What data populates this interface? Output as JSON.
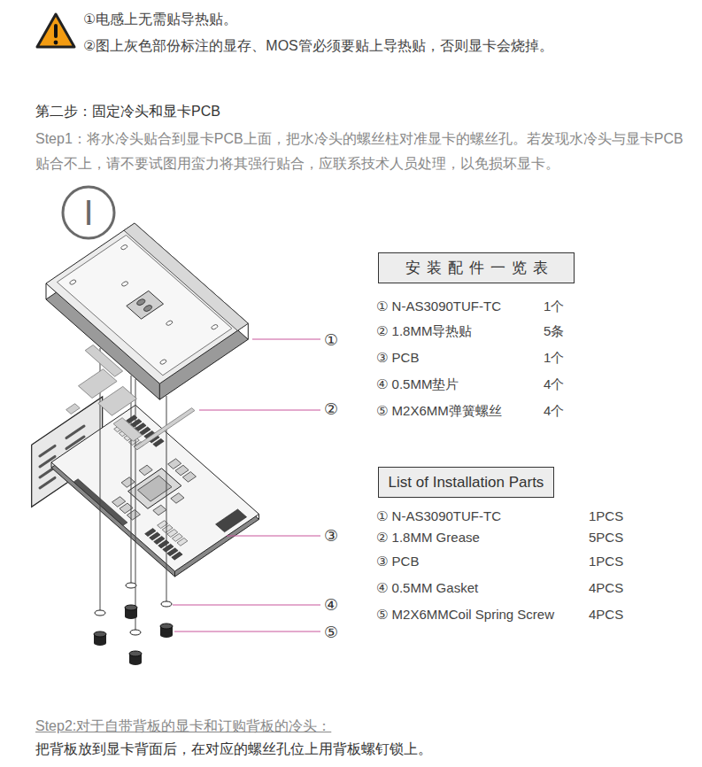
{
  "diagram": {
    "nodes": [
      {
        "text": [
          "I"
        ]
      },
      {
        "text": [
          "安装配件一览表"
        ]
      },
      {
        "text": [
          "List of Installation Parts"
        ]
      }
    ],
    "labels": [
      "①电感上无需贴导热贴。",
      "②图上灰色部份标注的显存、MOS管必须要贴上导热贴，否则显卡会烧掉。",
      "第二步：固定冷头和显卡PCB",
      "Step1：将水冷头贴合到显卡PCB上面，把水冷头的螺丝柱对准显卡的螺丝孔。若发现水冷头与显卡PCB贴合不上，请不要试图用蛮力将其强行贴合，应联系技术人员处理，以免损坏显卡。",
      "①",
      "②",
      "③",
      "④",
      "⑤",
      "① N-AS3090TUF-TC",
      "1个",
      "② 1.8MM导热贴",
      "5条",
      "③ PCB",
      "1个",
      "④ 0.5MM垫片",
      "4个",
      "⑤ M2X6MM弹簧螺丝",
      "4个",
      "① N-AS3090TUF-TC",
      "1PCS",
      "② 1.8MM Grease",
      "5PCS",
      "③ PCB",
      "1PCS",
      "④ 0.5MM Gasket",
      "4PCS",
      "⑤ M2X6MMCoil Spring Screw",
      "4PCS",
      "Step2:对于自带背板的显卡和订购背板的冷头：",
      "把背板放到显卡背面后，在对应的螺丝孔位上用背板螺钉锁上。"
    ]
  }
}
